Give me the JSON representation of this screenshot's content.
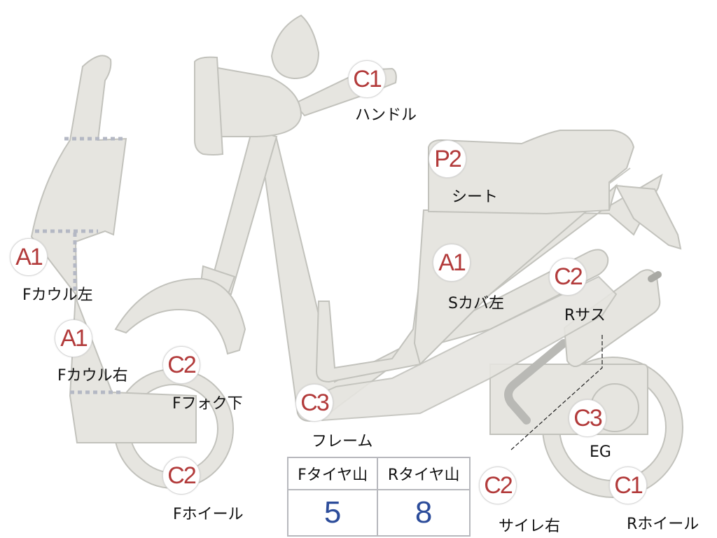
{
  "parts": [
    {
      "id": "handle",
      "grade": "C1",
      "name": "ハンドル"
    },
    {
      "id": "seat",
      "grade": "P2",
      "name": "シート"
    },
    {
      "id": "f-cowl-left",
      "grade": "A1",
      "name": "Fカウル左"
    },
    {
      "id": "f-cowl-right",
      "grade": "A1",
      "name": "Fカウル右"
    },
    {
      "id": "s-cover-left",
      "grade": "A1",
      "name": "Sカバ左"
    },
    {
      "id": "r-suspension",
      "grade": "C2",
      "name": "Rサス"
    },
    {
      "id": "f-fork-lower",
      "grade": "C2",
      "name": "Fフォク下"
    },
    {
      "id": "frame",
      "grade": "C3",
      "name": "フレーム"
    },
    {
      "id": "f-wheel",
      "grade": "C2",
      "name": "Fホイール"
    },
    {
      "id": "engine",
      "grade": "C3",
      "name": "EG"
    },
    {
      "id": "muffler-right",
      "grade": "C2",
      "name": "サイレ右"
    },
    {
      "id": "r-wheel",
      "grade": "C1",
      "name": "Rホイール"
    }
  ],
  "tread": {
    "front_label": "Fタイヤ山",
    "rear_label": "Rタイヤ山",
    "front_value": "5",
    "rear_value": "8"
  }
}
